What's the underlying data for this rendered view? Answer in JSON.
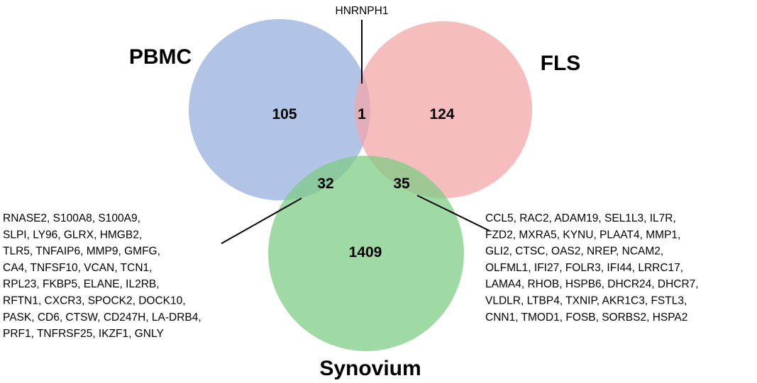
{
  "sets": {
    "pbmc": {
      "label": "PBMC",
      "color": "#9cb3de"
    },
    "fls": {
      "label": "FLS",
      "color": "#f2a3a6"
    },
    "synovium": {
      "label": "Synovium",
      "color": "#7acc82"
    }
  },
  "counts": {
    "pbmc_only": "105",
    "fls_only": "124",
    "synovium_only": "1409",
    "pbmc_fls": "1",
    "pbmc_synovium": "32",
    "fls_synovium": "35"
  },
  "callouts": {
    "pbmc_fls_gene": "HNRNPH1",
    "pbmc_synovium_genes": [
      "RNASE2, S100A8, S100A9,",
      "SLPI, LY96, GLRX, HMGB2,",
      "TLR5, TNFAIP6, MMP9, GMFG,",
      "CA4, TNFSF10, VCAN, TCN1,",
      "RPL23, FKBP5, ELANE, IL2RB,",
      "RFTN1, CXCR3, SPOCK2, DOCK10,",
      "PASK, CD6, CTSW, CD247H, LA-DRB4,",
      "PRF1, TNFRSF25, IKZF1, GNLY"
    ],
    "fls_synovium_genes": [
      "CCL5, RAC2, ADAM19, SEL1L3, IL7R,",
      "FZD2, MXRA5, KYNU, PLAAT4, MMP1,",
      "GLI2, CTSC, OAS2, NREP, NCAM2,",
      "OLFML1, IFI27, FOLR3, IFI44, LRRC17,",
      "LAMA4, RHOB, HSPB6, DHCR24, DHCR7,",
      "VLDLR, LTBP4, TXNIP, AKR1C3, FSTL3,",
      "CNN1, TMOD1, FOSB, SORBS2, HSPA2"
    ]
  }
}
